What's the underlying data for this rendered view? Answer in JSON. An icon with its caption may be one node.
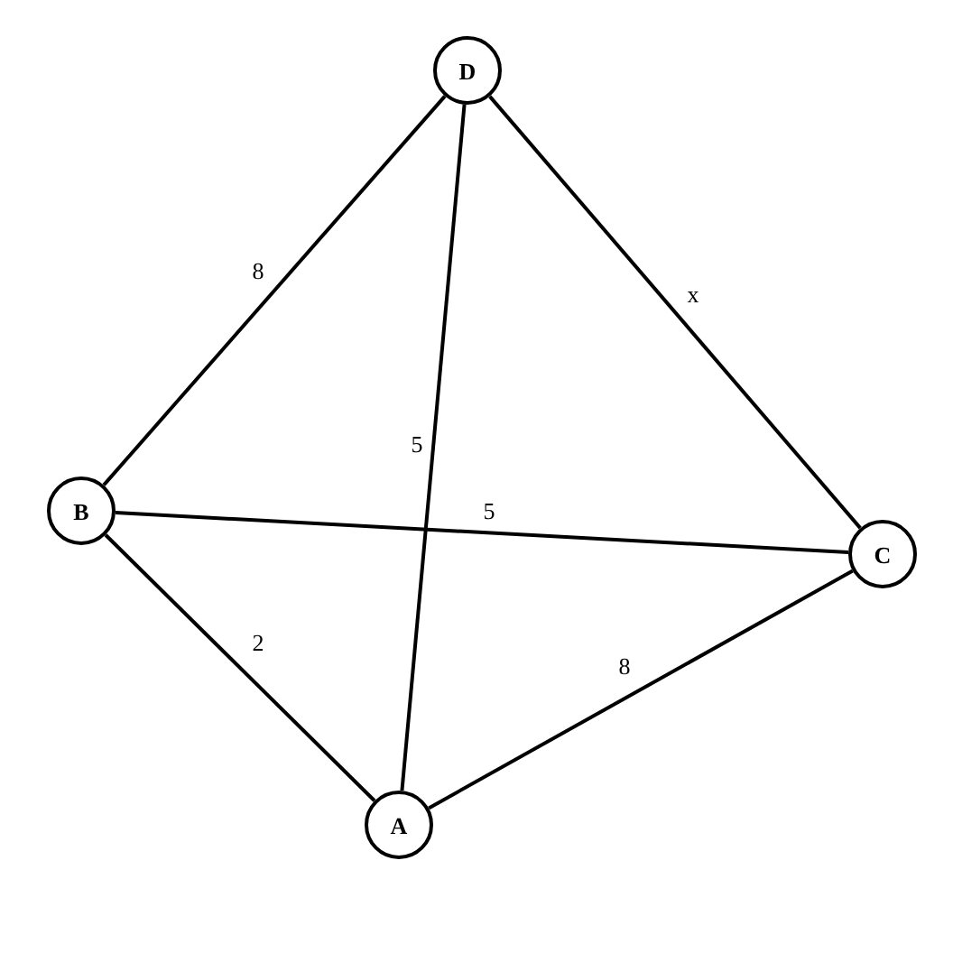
{
  "diagram": {
    "nodes": [
      {
        "text": [
          "D"
        ]
      },
      {
        "text": [
          "B"
        ]
      },
      {
        "text": [
          "C"
        ]
      },
      {
        "text": [
          "A"
        ]
      }
    ],
    "edges": [
      {
        "from": 0,
        "to": 1,
        "arrow": "none",
        "label": "8"
      },
      {
        "from": 0,
        "to": 3,
        "arrow": "none",
        "label": "5"
      },
      {
        "from": 0,
        "to": 2,
        "arrow": "none",
        "label": "x"
      },
      {
        "from": 1,
        "to": 2,
        "arrow": "none",
        "label": "5"
      },
      {
        "from": 1,
        "to": 3,
        "arrow": "none",
        "label": "2"
      },
      {
        "from": 3,
        "to": 2,
        "arrow": "none",
        "label": "8"
      }
    ]
  }
}
